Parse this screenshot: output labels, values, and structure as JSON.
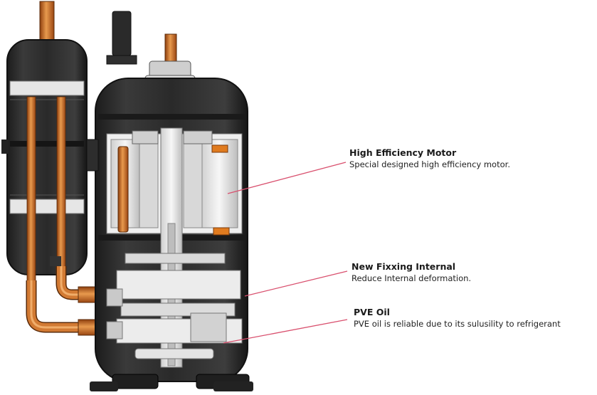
{
  "colors": {
    "copper": "#c8651b",
    "copper_light": "#e89a4e",
    "shell": "#2b2b2b",
    "interior": "#e9e9e9",
    "leader": "#d9506e"
  },
  "callouts": [
    {
      "title": "High Efficiency Motor",
      "description": "Special designed high efficiency motor."
    },
    {
      "title": "New Fixxing Internal",
      "description": "Reduce Internal deformation."
    },
    {
      "title": "PVE Oil",
      "description": "PVE oil is reliable due to its sulusility to refrigerant"
    }
  ]
}
